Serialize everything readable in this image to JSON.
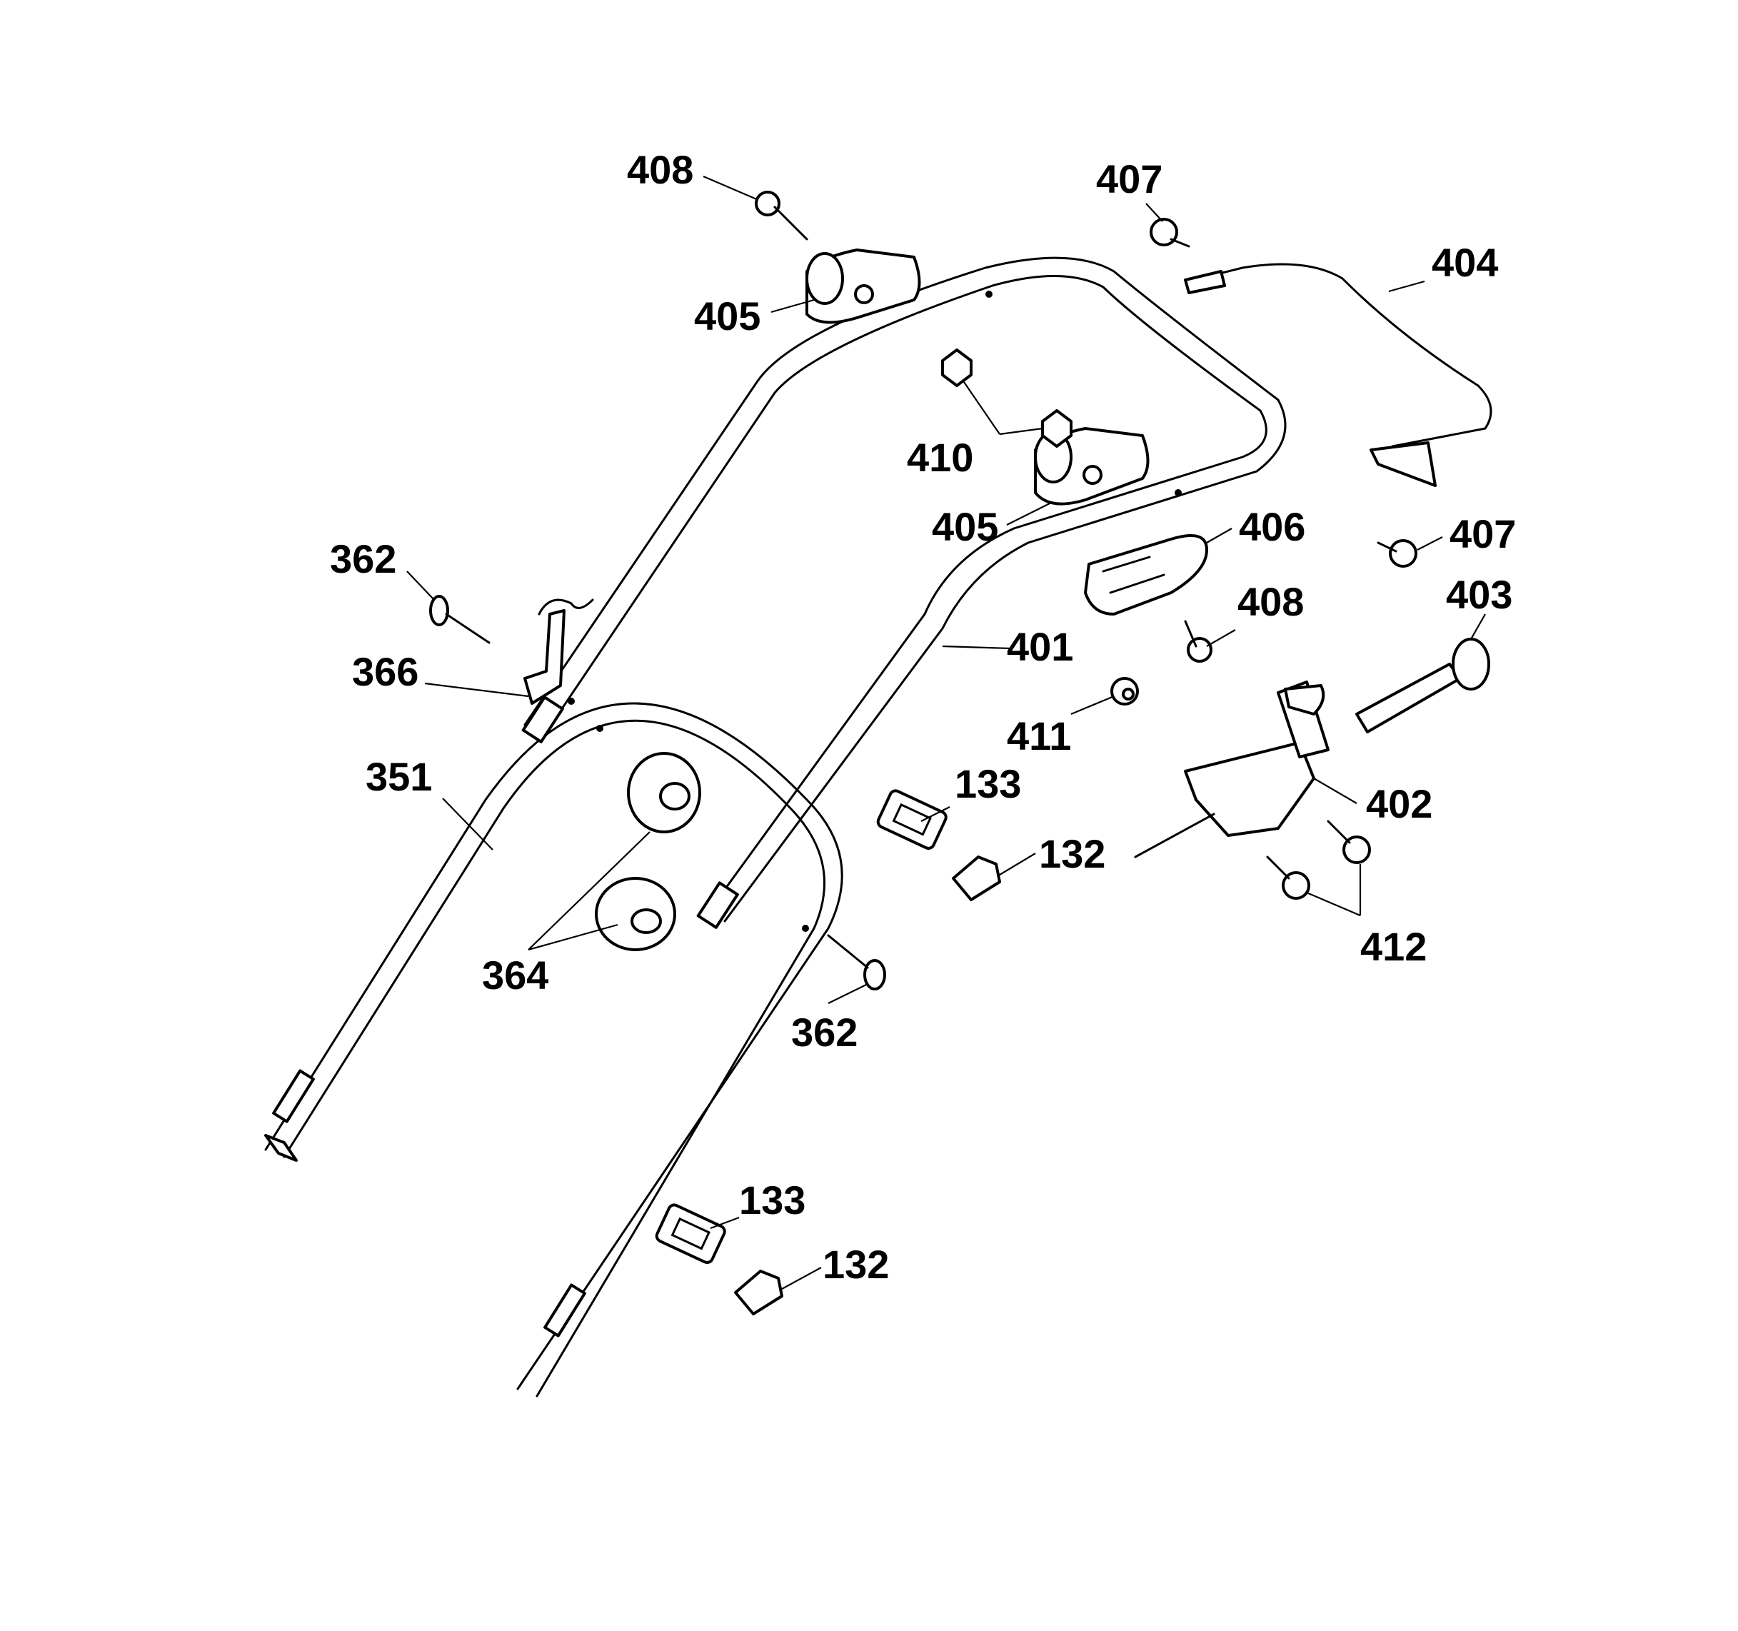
{
  "callouts": {
    "c408a": "408",
    "c407a": "407",
    "c404": "404",
    "c405a": "405",
    "c410": "410",
    "c405b": "405",
    "c406": "406",
    "c407b": "407",
    "c362a": "362",
    "c408b": "408",
    "c403": "403",
    "c366": "366",
    "c401": "401",
    "c411": "411",
    "c351": "351",
    "c133a": "133",
    "c402": "402",
    "c132a": "132",
    "c412": "412",
    "c364": "364",
    "c362b": "362",
    "c133b": "133",
    "c132b": "132"
  }
}
